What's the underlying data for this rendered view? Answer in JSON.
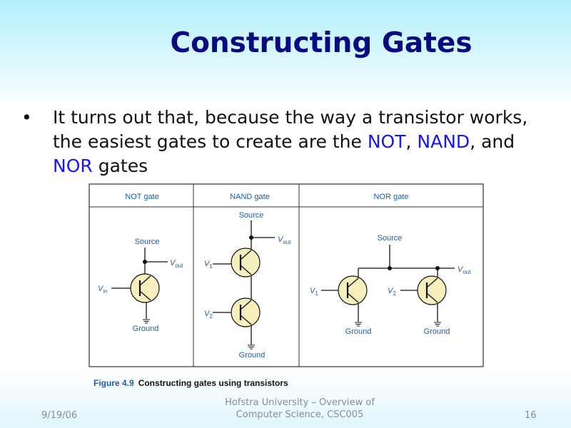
{
  "title": "Constructing Gates",
  "bullet": {
    "t1": "It turns out that, because the way a transistor works, the easiest gates to create are the ",
    "not": "NOT",
    "t2": ", ",
    "nand": "NAND",
    "t3": ", and ",
    "nor": "NOR",
    "t4": " gates"
  },
  "figure": {
    "headers": [
      "NOT gate",
      "NAND gate",
      "NOR gate"
    ],
    "source": "Source",
    "ground": "Ground",
    "v": "V",
    "out": "out",
    "in": "in",
    "one": "1",
    "two": "2",
    "caption_num": "Figure 4.9",
    "caption": "Constructing gates using transistors"
  },
  "footer": {
    "date": "9/19/06",
    "center_line1": "Hofstra University – Overview of",
    "center_line2": "Computer Science, CSC005",
    "page": "16"
  },
  "colors": {
    "title": "#0a0a80",
    "highlight": "#1515ff",
    "transistor": "#f8efbf",
    "label": "#1d5fa5"
  }
}
